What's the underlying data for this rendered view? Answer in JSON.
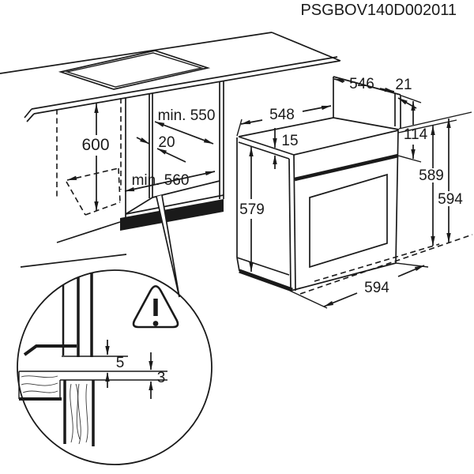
{
  "title": "PSGBOV140D002011",
  "colors": {
    "ink": "#1a1a1a"
  },
  "cabinet": {
    "height": "600",
    "niche_depth": "min. 550",
    "rear_gap": "20",
    "niche_width": "min. 560"
  },
  "oven": {
    "top_width": "548",
    "top_depth": "546",
    "rear_offset": "21",
    "top_inset": "15",
    "panel_height": "114",
    "body_height": "579",
    "height": "589",
    "total_height": "594",
    "width": "594"
  },
  "detail": {
    "front_gap": "5",
    "overlap": "3",
    "warning_icon": "exclamation-triangle"
  }
}
